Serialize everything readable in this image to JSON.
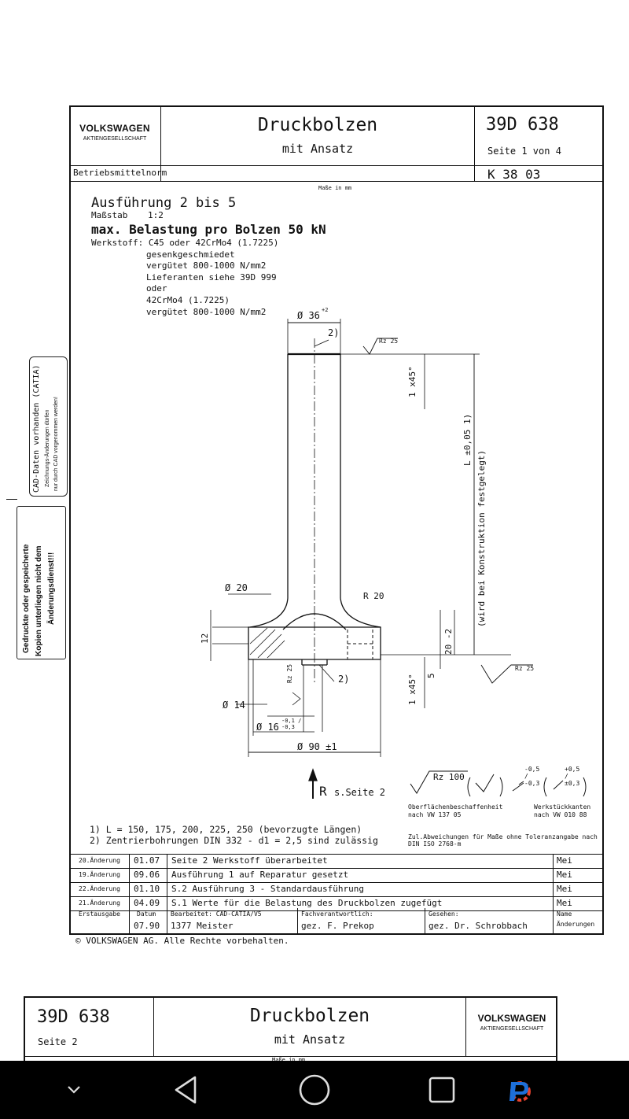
{
  "header": {
    "brand": "VOLKSWAGEN",
    "brand_sub": "AKTIENGESELLSCHAFT",
    "title": "Druckbolzen",
    "subtitle": "mit Ansatz",
    "doc_number": "39D 638",
    "page_info": "Seite 1 von 4",
    "category": "Betriebsmittelnorm",
    "norm_code": "K 38 03",
    "units_note": "Maße in mm"
  },
  "spec": {
    "variant": "Ausführung 2 bis 5",
    "scale_label": "Maßstab",
    "scale_value": "1:2",
    "max_load": "max. Belastung pro Bolzen 50 kN",
    "material_lines": [
      "Werkstoff: C45 oder 42CrMo4 (1.7225)",
      "gesenkgeschmiedet",
      "vergütet 800-1000 N/mm2",
      "Lieferanten siehe 39D 999",
      "oder",
      "42CrMo4 (1.7225)",
      "vergütet 800-1000 N/mm2"
    ]
  },
  "side_notes": {
    "cad_title": "CAD-Daten vorhanden (CATIA)",
    "cad_line1": "Zeichnungs-Änderungen dürfen",
    "cad_line2": "nur durch CAD vorgenommen werden!",
    "print_line1": "Gedruckte oder gespeicherte",
    "print_line2": "Kopien unterliegen nicht dem",
    "print_line3": "Änderungsdienst!!!"
  },
  "drawing": {
    "dim_top_dia": "Ø 36",
    "dim_top_tol": "+2",
    "note_2": "2)",
    "rz25": "Rz 25",
    "chamfer": "1 x45°",
    "length": "L ±0,05  1)",
    "length_note": "(wird bei Konstruktion festgelegt)",
    "dia20": "Ø 20",
    "r20": "R 20",
    "dim12": "12",
    "dim20": "20 -2",
    "dim5": "5",
    "dia14": "Ø 14",
    "dia16": "Ø 16",
    "dia16_tol": "-0,1 / -0,3",
    "dia90": "Ø 90 ±1",
    "r_view": "R",
    "r_ref": "s.Seite 2"
  },
  "surface": {
    "rz100": "Rz 100",
    "edge1": "-0,5 / -0,3",
    "edge2": "+0,5 / ±0,3",
    "surface_label1": "Oberflächenbeschaffenheit",
    "surface_label2": "nach VW 137 05",
    "edges_label1": "Werkstückkanten",
    "edges_label2": "nach VW 010 88",
    "tol_note1": "Zul.Abweichungen für Maße ohne Toleranzangabe nach",
    "tol_note2": "DIN ISO 2768-m"
  },
  "footnotes": [
    "1) L = 150, 175, 200, 225, 250 (bevorzugte Längen)",
    "2) Zentrierbohrungen DIN 332 - d1 = 2,5 sind zulässig"
  ],
  "revisions": [
    {
      "name": "20.Änderung",
      "date": "01.07",
      "text": "Seite 2 Werkstoff überarbeitet",
      "by": "Mei"
    },
    {
      "name": "19.Änderung",
      "date": "09.06",
      "text": "Ausführung 1 auf Reparatur gesetzt",
      "by": "Mei"
    },
    {
      "name": "22.Änderung",
      "date": "01.10",
      "text": "S.2 Ausführung 3 - Standardausführung",
      "by": "Mei"
    },
    {
      "name": "21.Änderung",
      "date": "04.09",
      "text": "S.1 Werte für die Belastung des Druckbolzen zugefügt",
      "by": "Mei"
    }
  ],
  "footer": {
    "first_label": "Erstausgabe",
    "date_label": "Datum",
    "date_value": "07.90",
    "worked_label": "Bearbeitet:   CAD-CATIA/V5",
    "worked_value": "1377   Meister",
    "resp_label": "Fachverantwortlich:",
    "resp_value": "gez. F. Prekop",
    "seen_label": "Gesehen:",
    "seen_value": "gez. Dr. Schrobbach",
    "name_label": "Name",
    "changes_label": "Änderungen"
  },
  "copyright": "©  VOLKSWAGEN AG. Alle Rechte vorbehalten.",
  "page2": {
    "doc_number": "39D 638",
    "page": "Seite  2",
    "title": "Druckbolzen",
    "subtitle": "mit Ansatz",
    "brand": "VOLKSWAGEN",
    "brand_sub": "AKTIENGESELLSCHAFT",
    "units_note": "Maße in mm"
  },
  "navbar": {
    "icons": [
      "chevron-down-icon",
      "back-icon",
      "home-icon",
      "recents-icon",
      "app-logo-icon"
    ]
  }
}
